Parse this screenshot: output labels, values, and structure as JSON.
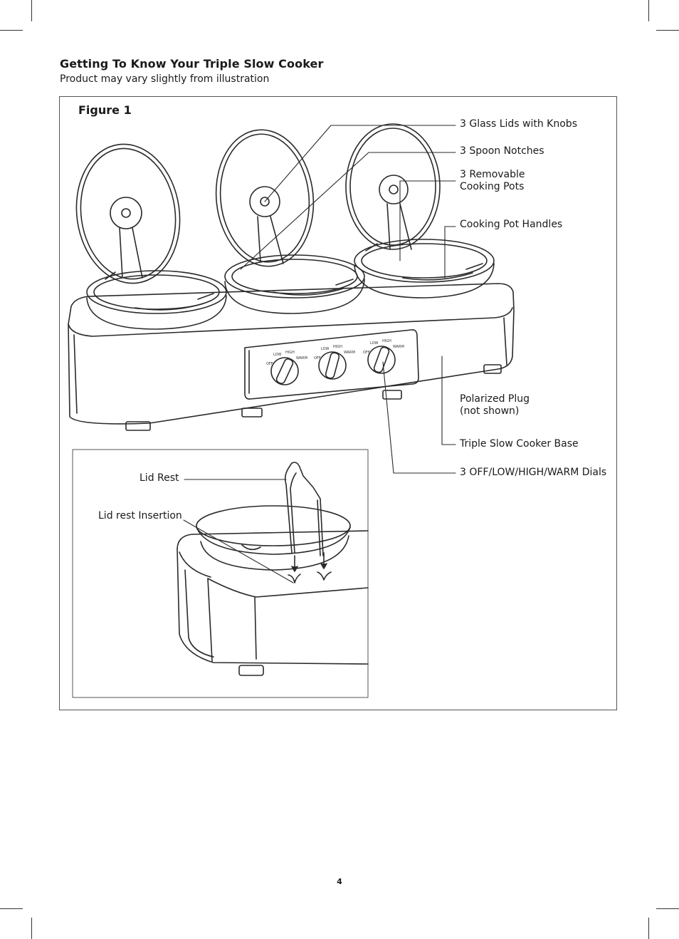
{
  "header": {
    "title": "Getting To Know Your Triple Slow Cooker",
    "subtitle": "Product may vary slightly from illustration"
  },
  "figure": {
    "label": "Figure 1",
    "callouts": {
      "glass_lids": "3 Glass Lids with Knobs",
      "spoon_notches": "3 Spoon Notches",
      "removable_pots_line1": "3 Removable",
      "removable_pots_line2": "Cooking Pots",
      "pot_handles": "Cooking Pot Handles",
      "plug_line1": "Polarized Plug",
      "plug_line2": "(not shown)",
      "base": "Triple Slow Cooker Base",
      "dials": "3 OFF/LOW/HIGH/WARM Dials"
    },
    "inset": {
      "lid_rest": "Lid Rest",
      "lid_rest_insertion": "Lid rest Insertion"
    },
    "dial_settings": {
      "off": "OFF",
      "low": "LOW",
      "high": "HIGH",
      "warm": "WARM"
    }
  },
  "footer": {
    "page_number": "4"
  }
}
